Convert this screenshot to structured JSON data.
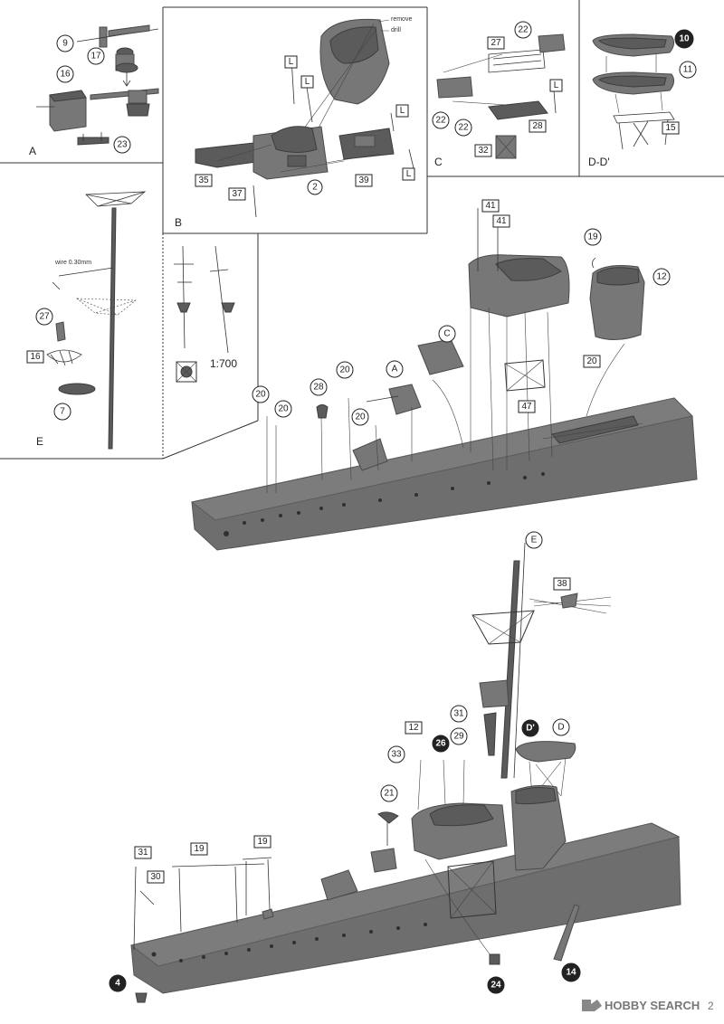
{
  "sections": {
    "A": "A",
    "B": "B",
    "C": "C",
    "DD": "D-D'",
    "E": "E"
  },
  "notes": {
    "remove": "remove",
    "drill": "drill",
    "wire": "wire 0.30mm",
    "scale": "1:700"
  },
  "callouts": {
    "a9": "9",
    "a17": "17",
    "a16": "16",
    "a23": "23",
    "bL1": "L",
    "bL2": "L",
    "bL3": "L",
    "bL4": "L",
    "b35": "35",
    "b2": "2",
    "b39": "39",
    "b37": "37",
    "c22a": "22",
    "c27": "27",
    "c22b": "22",
    "c22c": "22",
    "c28": "28",
    "cL": "L",
    "c32": "32",
    "d10": "10",
    "d11": "11",
    "d15": "15",
    "e27": "27",
    "e16": "16",
    "e7": "7",
    "u41a": "41",
    "u41b": "41",
    "u19": "19",
    "u12": "12",
    "uC": "C",
    "uA": "A",
    "u20a": "20",
    "u28": "28",
    "u20b": "20",
    "u20c": "20",
    "u20d": "20",
    "u20e": "20",
    "u47": "47",
    "lE": "E",
    "l38": "38",
    "l31a": "31",
    "lD1": "D'",
    "lD": "D",
    "l12": "12",
    "l26": "26",
    "l29": "29",
    "l33": "33",
    "l21": "21",
    "l19a": "19",
    "l19b": "19",
    "l31b": "31",
    "l30": "30",
    "l4": "4",
    "l24": "24",
    "l14": "14"
  },
  "watermark": {
    "brand": "HOBBY SEARCH"
  },
  "page_number": "2"
}
